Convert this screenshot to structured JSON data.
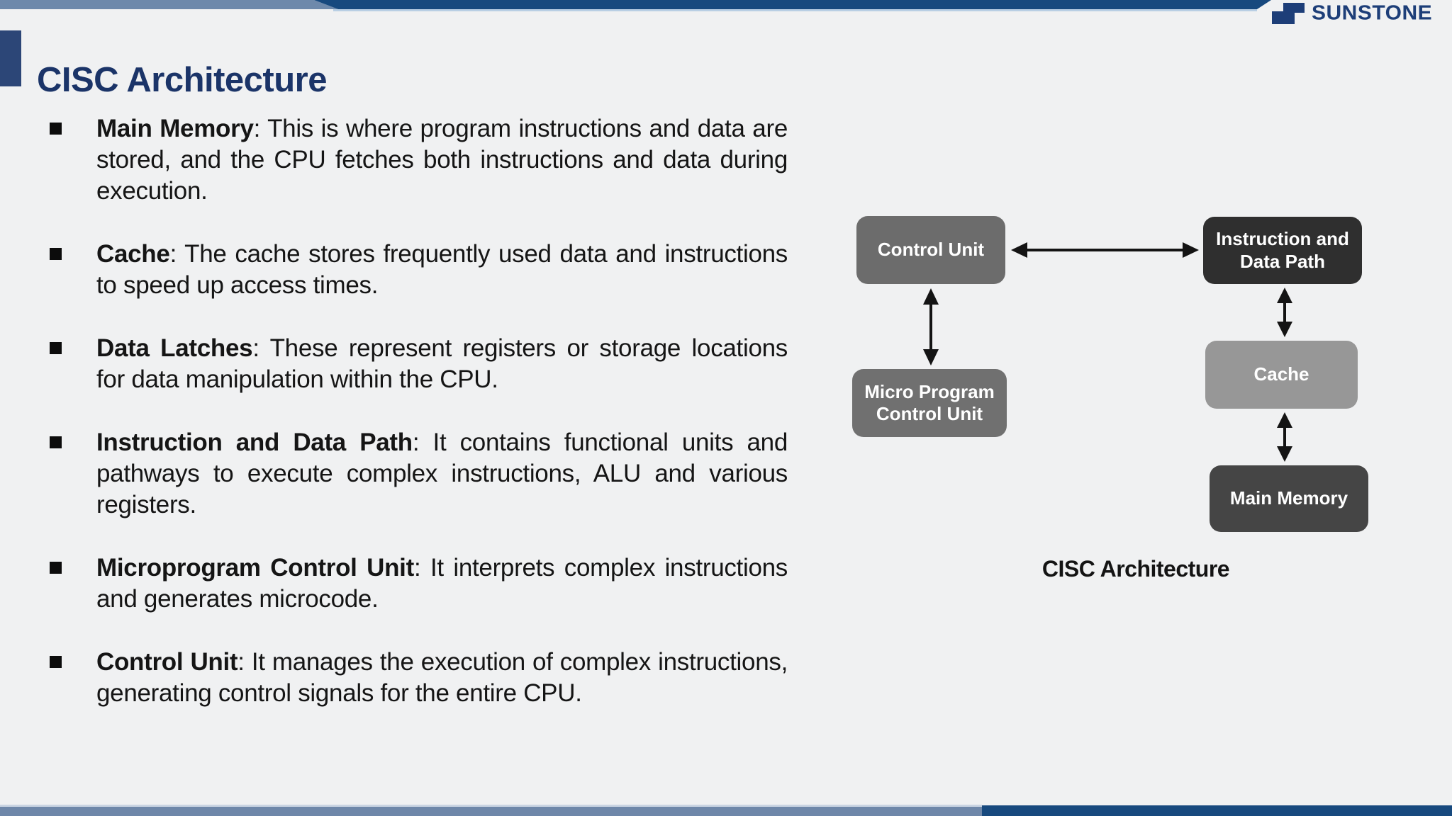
{
  "slide": {
    "title": "CISC Architecture",
    "logo_text": "SUNSTONE"
  },
  "bullets": [
    {
      "term": "Main Memory",
      "desc": ": This is where program instructions and data are stored, and the CPU fetches both instructions and data during execution."
    },
    {
      "term": "Cache",
      "desc": ": The cache stores frequently used data and instructions to speed up access times."
    },
    {
      "term": "Data Latches",
      "desc": ": These represent registers or storage locations for data manipulation within the CPU."
    },
    {
      "term": "Instruction and Data Path",
      "desc": ": It contains functional units and pathways to execute complex instructions, ALU and various registers."
    },
    {
      "term": "Microprogram Control Unit",
      "desc": ": It interprets complex instructions and generates microcode."
    },
    {
      "term": "Control Unit",
      "desc": ": It manages the execution of complex instructions, generating control signals for the entire CPU."
    }
  ],
  "diagram": {
    "caption": "CISC Architecture",
    "nodes": [
      {
        "id": "control-unit",
        "label": "Control Unit",
        "fill": "#6C6C6C"
      },
      {
        "id": "instruction-data-path",
        "label": "Instruction and Data Path",
        "fill": "#2F2F2F"
      },
      {
        "id": "micro-program-control-unit",
        "label": "Micro Program Control Unit",
        "fill": "#707070"
      },
      {
        "id": "cache",
        "label": "Cache",
        "fill": "#979797"
      },
      {
        "id": "main-memory",
        "label": "Main Memory",
        "fill": "#454545"
      }
    ],
    "edges": [
      {
        "from": "Control Unit",
        "to": "Instruction and Data Path",
        "type": "bidirectional",
        "direction": "horizontal"
      },
      {
        "from": "Control Unit",
        "to": "Micro Program Control Unit",
        "type": "bidirectional",
        "direction": "vertical"
      },
      {
        "from": "Instruction and Data Path",
        "to": "Cache",
        "type": "bidirectional",
        "direction": "vertical"
      },
      {
        "from": "Cache",
        "to": "Main Memory",
        "type": "bidirectional",
        "direction": "vertical"
      }
    ]
  },
  "colors": {
    "background": "#F0F1F2",
    "top_bar_slate": "#6E89AB",
    "top_bar_navy": "#17497E",
    "top_bar_light_line": "#B9CFE4",
    "accent_bar": "#2C4677",
    "title_text": "#1B3468",
    "logo_navy": "#1D3E78",
    "body_text": "#151515",
    "arrow": "#141414",
    "node_text": "#FFFFFF"
  }
}
